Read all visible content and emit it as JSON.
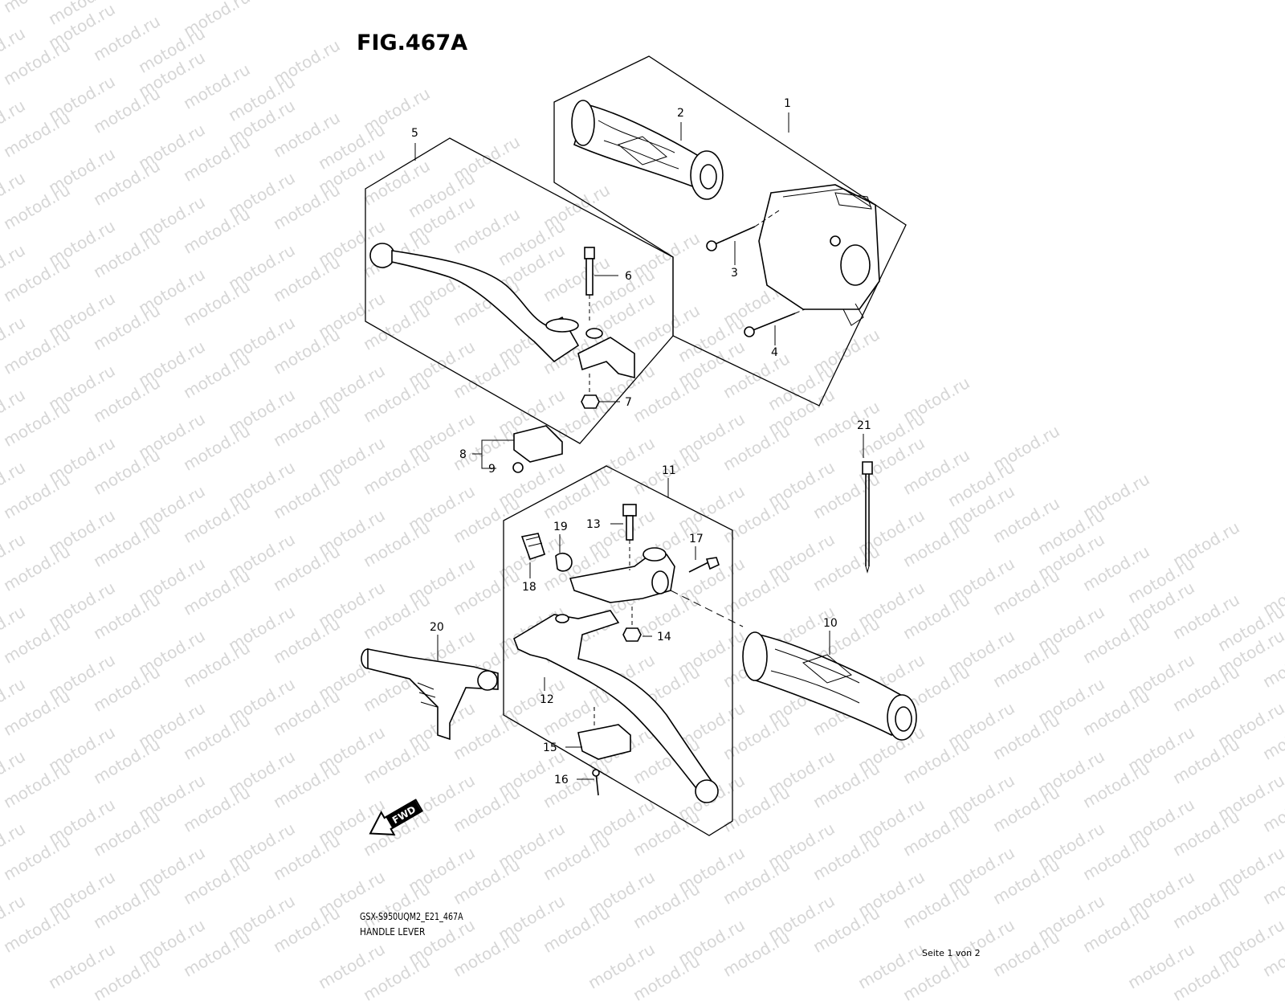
{
  "figure": {
    "title": "FIG.467A",
    "model_code": "GSX-S950UQM2_E21_467A",
    "name": "HANDLE LEVER",
    "page_label": "Seite 1 von 2"
  },
  "watermark": {
    "text": "motod.ru"
  },
  "callouts": [
    {
      "id": "c1",
      "label": "1"
    },
    {
      "id": "c2",
      "label": "2"
    },
    {
      "id": "c3",
      "label": "3"
    },
    {
      "id": "c4",
      "label": "4"
    },
    {
      "id": "c5",
      "label": "5"
    },
    {
      "id": "c6",
      "label": "6"
    },
    {
      "id": "c7",
      "label": "7"
    },
    {
      "id": "c8",
      "label": "8"
    },
    {
      "id": "c9",
      "label": "9"
    },
    {
      "id": "c10",
      "label": "10"
    },
    {
      "id": "c11",
      "label": "11"
    },
    {
      "id": "c12",
      "label": "12"
    },
    {
      "id": "c13",
      "label": "13"
    },
    {
      "id": "c14",
      "label": "14"
    },
    {
      "id": "c15",
      "label": "15"
    },
    {
      "id": "c16",
      "label": "16"
    },
    {
      "id": "c17",
      "label": "17"
    },
    {
      "id": "c18",
      "label": "18"
    },
    {
      "id": "c19",
      "label": "19"
    },
    {
      "id": "c20",
      "label": "20"
    },
    {
      "id": "c21",
      "label": "21"
    }
  ],
  "fwd_arrow": {
    "label": "FWD",
    "icon": "forward-arrow-icon"
  }
}
